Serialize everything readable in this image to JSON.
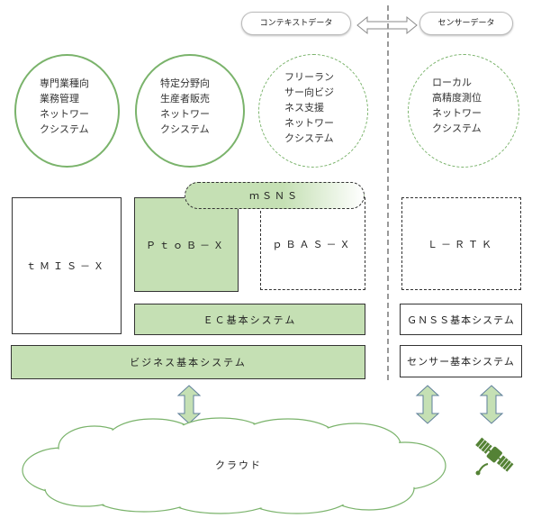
{
  "top": {
    "context_label": "コンテキストデータ",
    "sensor_label": "センサーデータ"
  },
  "circles": [
    {
      "lines": [
        "専門業種向",
        "業務管理",
        "ネットワー",
        "クシステム"
      ]
    },
    {
      "lines": [
        "特定分野向",
        "生産者販売",
        "ネットワー",
        "クシステム"
      ]
    },
    {
      "lines": [
        "フリーラン",
        "サー向ビジ",
        "ネス支援",
        "ネットワー",
        "クシステム"
      ]
    },
    {
      "lines": [
        "ローカル",
        "高精度測位",
        "ネットワー",
        "クシステム"
      ]
    }
  ],
  "blocks": {
    "msns": "ｍＳＮＳ",
    "tmis": "ｔＭＩＳ－Ｘ",
    "ptob": "ＰｔｏＢ－Ｘ",
    "pbas": "ｐＢＡＳ－Ｘ",
    "lrtk": "Ｌ－ＲＴＫ",
    "ec": "ＥＣ基本システム",
    "gnss": "ＧＮＳＳ基本システム",
    "business": "ビジネス基本システム",
    "sensor": "センサー基本システム"
  },
  "cloud_label": "クラウド",
  "colors": {
    "green_fill": "#c5e0b4",
    "green_line": "#7ab36b",
    "arrow_fill": "#c5e0b4",
    "arrow_stroke": "#5f7f9b",
    "satellite": "#548235"
  }
}
